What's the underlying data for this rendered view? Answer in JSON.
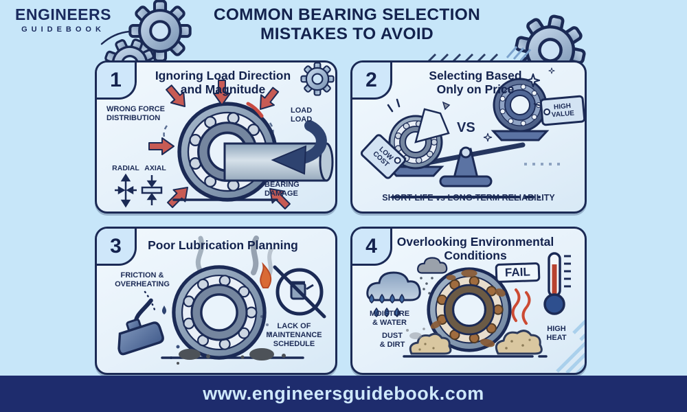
{
  "logo": {
    "title": "ENGINEERS",
    "subtitle": "GUIDEBOOK"
  },
  "header": {
    "title": "COMMON BEARING SELECTION\nMISTAKES TO AVOID"
  },
  "panels": [
    {
      "number": "1",
      "title": "Ignoring Load Direction\nand Magnitude",
      "labels": {
        "wrong_force": "WRONG FORCE\nDISTRIBUTION",
        "load": "LOAD\nLOAD",
        "radial": "RADIAL",
        "axial": "AXIAL",
        "bearing_damage": "BEARING\nDAMAGE"
      }
    },
    {
      "number": "2",
      "title": "Selecting Based\nOnly on Price",
      "labels": {
        "vs": "VS",
        "low_cost": "LOW\nCOST",
        "high_value": "HIGH\nVALUE",
        "caption": "SHORT LIFE vs LONG-TERM RELIABILITY"
      }
    },
    {
      "number": "3",
      "title": "Poor Lubrication Planning",
      "labels": {
        "friction": "FRICTION &\nOVERHEATING",
        "lack": "LACK OF\nMAINTENANCE\nSCHEDULE"
      }
    },
    {
      "number": "4",
      "title": "Overlooking Environmental\nConditions",
      "labels": {
        "moisture": "MOISTURE\n& WATER",
        "dust": "DUST\n& DIRT",
        "fail": "FAIL",
        "high_heat": "HIGH\nHEAT"
      }
    }
  ],
  "footer": {
    "url": "www.engineersguidebook.com"
  },
  "colors": {
    "page_background": "#c7e6f9",
    "panel_background": "#e8f3fb",
    "navy": "#1b2a55",
    "footer_bar": "#1e2c6d",
    "footer_text": "#cfe9fc",
    "red_arrow": "#c75b54",
    "heat_red": "#cc4a33",
    "rust_brown": "#8a5a33",
    "dust_tan": "#d9c7a0",
    "steel_blue": "#8ea5bb"
  },
  "icons": {
    "decorative": [
      "gear-icon",
      "bearing-icon",
      "shaft-icon",
      "curved-arrow-icon",
      "red-arrow-icon",
      "balance-scale-icon",
      "price-tag-icon",
      "sparkle-icon",
      "oil-can-icon",
      "smoke-icon",
      "flame-icon",
      "no-lubrication-icon",
      "rain-cloud-icon",
      "raindrop-icon",
      "thermometer-icon",
      "dust-cloud-icon",
      "radial-load-icon",
      "axial-load-icon"
    ]
  }
}
